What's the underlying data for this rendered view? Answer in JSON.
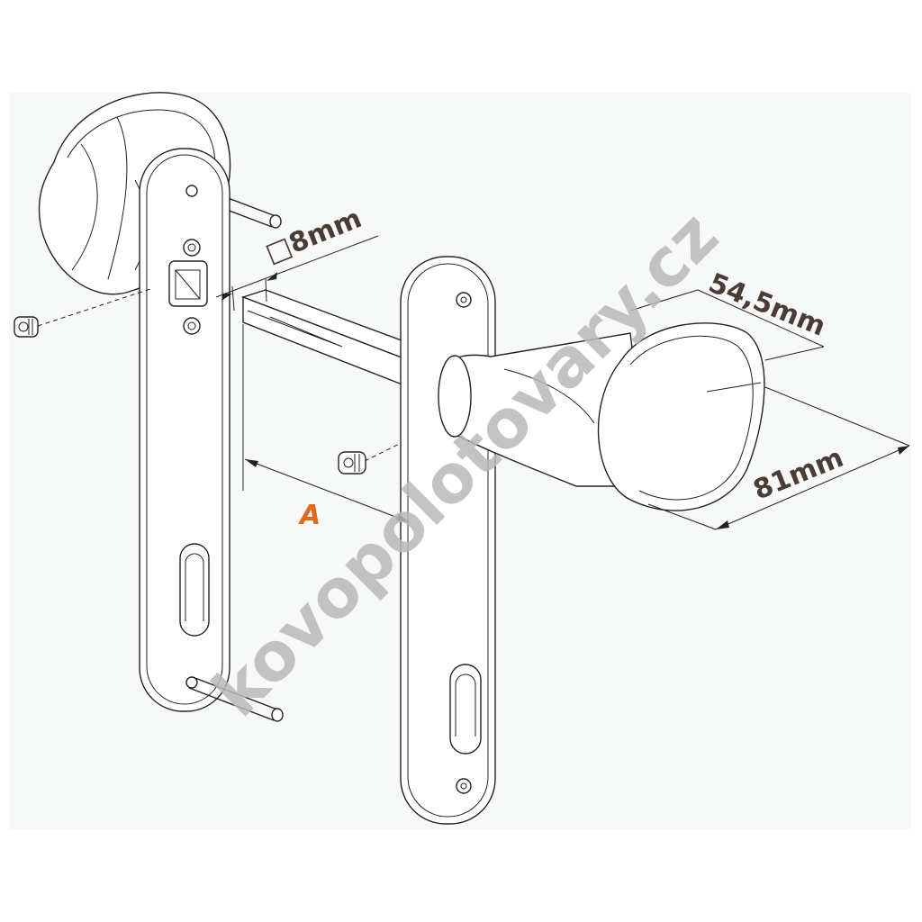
{
  "dimensions": {
    "spindle": "□8mm",
    "knob_width": "54,5mm",
    "knob_length": "81mm",
    "distance_label": "A"
  },
  "watermark": "kovopolotovary.cz",
  "colors": {
    "dimension_text": "#4a3b36",
    "distance_label": "#e06a1b",
    "watermark": "#b8b8b8",
    "panel": "#f7f8f8"
  }
}
